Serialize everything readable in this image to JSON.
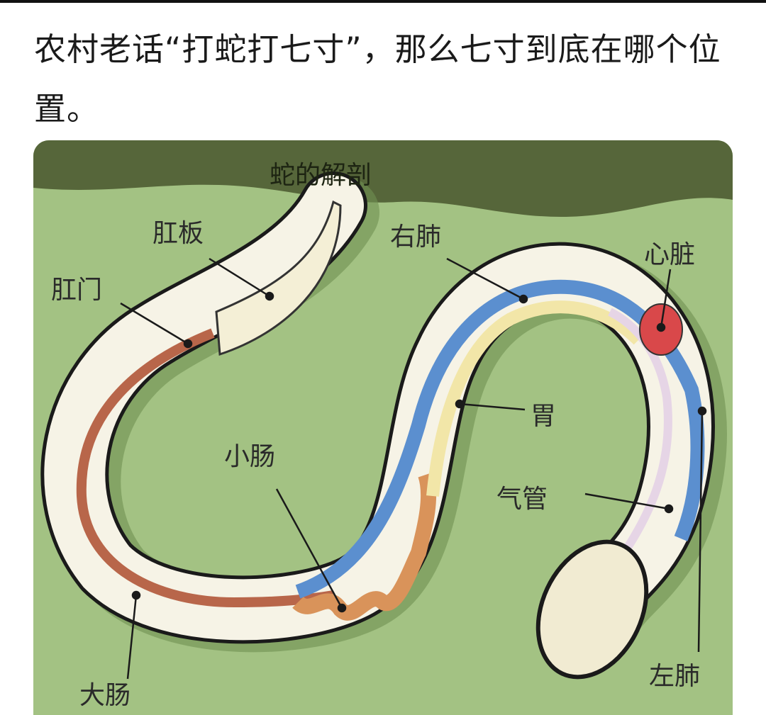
{
  "post": {
    "title": "农村老话“打蛇打七寸”，那么七寸到底在哪个位置。"
  },
  "diagram": {
    "heading": "蛇的解剖",
    "labels": {
      "anal_plate": "肛板",
      "anus": "肛门",
      "right_lung": "右肺",
      "heart": "心脏",
      "stomach": "胃",
      "small_intestine": "小肠",
      "trachea": "气管",
      "large_intestine": "大肠",
      "left_lung": "左肺"
    },
    "colors": {
      "background": "#a3c283",
      "header_band": "#56663a",
      "heart": "#d9484a",
      "lung": "#5b8fcf",
      "intestine": "#d9935a",
      "large_intestine": "#b8664a",
      "stomach": "#f2e6a8"
    }
  }
}
